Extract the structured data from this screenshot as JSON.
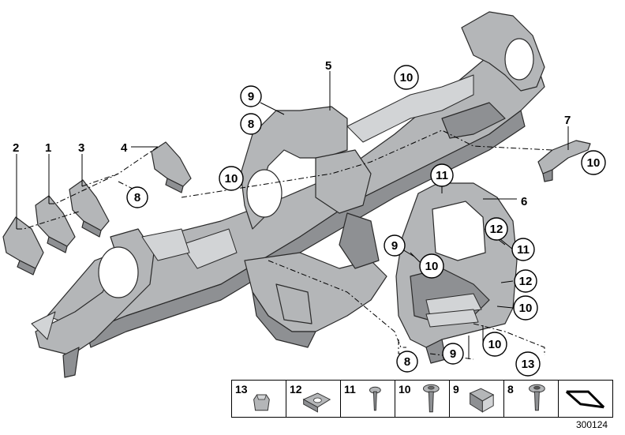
{
  "callouts": {
    "c1": "1",
    "c2": "2",
    "c3": "3",
    "c4": "4",
    "c5": "5",
    "c6": "6",
    "c7": "7",
    "c8a": "8",
    "c8b": "8",
    "c8c": "8",
    "c9a": "9",
    "c9b": "9",
    "c9c": "9",
    "c10a": "10",
    "c10b": "10",
    "c10c": "10",
    "c10d": "10",
    "c10e": "10",
    "c10f": "10",
    "c11a": "11",
    "c11b": "11",
    "c12a": "12",
    "c12b": "12",
    "c13": "13"
  },
  "legend": {
    "items": [
      {
        "number": "13",
        "icon": "clip-nut-icon"
      },
      {
        "number": "12",
        "icon": "spring-nut-icon"
      },
      {
        "number": "11",
        "icon": "expanding-rivet-icon"
      },
      {
        "number": "10",
        "icon": "collar-screw-icon"
      },
      {
        "number": "9",
        "icon": "cage-nut-icon"
      },
      {
        "number": "8",
        "icon": "torx-screw-icon"
      },
      {
        "number": "",
        "icon": "arrow-symbol-icon"
      }
    ]
  },
  "reference_number": "300124"
}
